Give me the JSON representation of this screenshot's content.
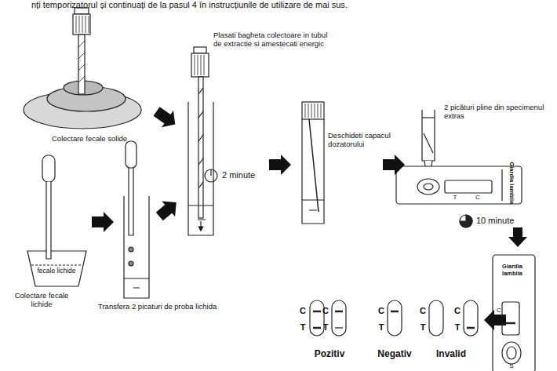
{
  "diagram": {
    "labels": [
      "nți temporizatorul și continuați de la pasul 4 în instrucțiunile de utilizare de mai sus.",
      "Plasati bagheta colectoare in tubul de extractie si amestecati energic",
      "Colectare fecale solide",
      "fecale lichide",
      "Colectare fecale lichide",
      "Transfera 2 picaturi de proba lichida",
      "2 minute",
      "Deschideti capacul dozatorului",
      "2 picături pline din specimenul extras",
      "T",
      "C",
      "Giardia lamblia",
      "10 minute",
      "Giardia lamblia",
      "C",
      "T",
      "S",
      "C",
      "T",
      "C",
      "T",
      "C",
      "T",
      "C",
      "T",
      "C",
      "T",
      "Pozitiv",
      "Negativ",
      "Invalid"
    ]
  }
}
